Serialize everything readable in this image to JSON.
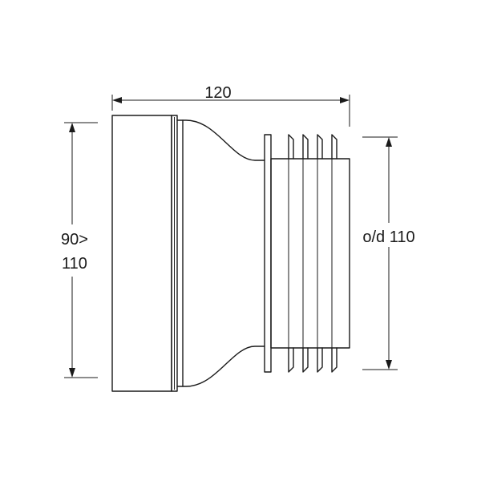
{
  "dimensions": {
    "length": "120",
    "inlet_line1": "90>",
    "inlet_line2": "110",
    "outlet": "o/d 110"
  },
  "colors": {
    "ink": "#1a1a1a",
    "background": "#ffffff"
  }
}
